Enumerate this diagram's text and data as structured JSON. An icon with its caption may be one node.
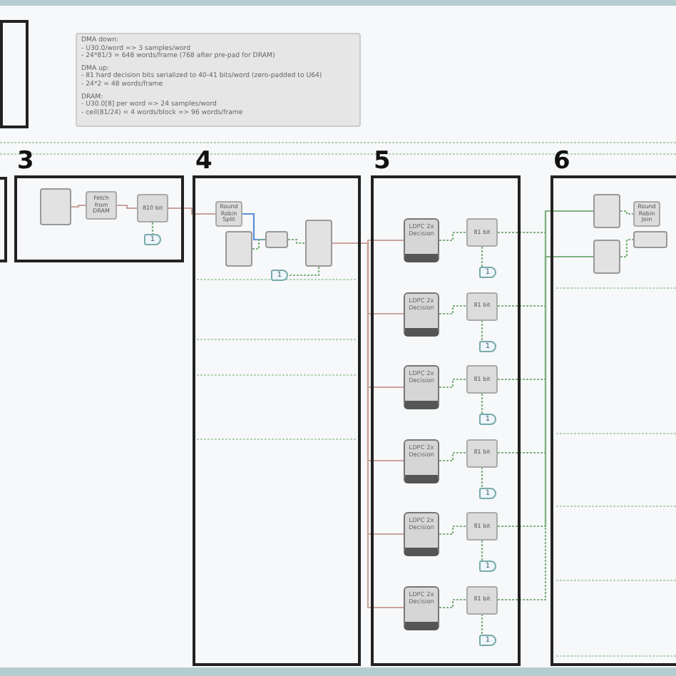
{
  "diagram": {
    "nodes": [
      {
        "text": [],
        "shape": "box"
      },
      {
        "text": [],
        "shape": "box"
      },
      {
        "text": [
          "3"
        ]
      },
      {
        "text": [],
        "shape": "box",
        "in": 2
      },
      {
        "text": [
          "Fetch from DRAM"
        ],
        "in": 2
      },
      {
        "text": [
          "810 bit"
        ],
        "in": 2
      },
      {
        "text": [
          "1"
        ],
        "in": 2
      },
      {
        "text": [
          "4"
        ]
      },
      {
        "text": [
          "Round Robin Split"
        ],
        "in": 7
      },
      {
        "text": [],
        "shape": "box",
        "in": 7
      },
      {
        "text": [],
        "shape": "box",
        "in": 7
      },
      {
        "text": [],
        "shape": "box",
        "in": 7
      },
      {
        "text": [
          "1"
        ],
        "in": 7
      },
      {
        "text": [
          "5"
        ]
      },
      {
        "text": [
          "LDPC 2x Decision"
        ],
        "in": 13
      },
      {
        "text": [
          "81 bit"
        ],
        "in": 13
      },
      {
        "text": [
          "1"
        ],
        "in": 13
      },
      {
        "text": [
          "LDPC 2x Decision"
        ],
        "in": 13
      },
      {
        "text": [
          "81 bit"
        ],
        "in": 13
      },
      {
        "text": [
          "1"
        ],
        "in": 13
      },
      {
        "text": [
          "LDPC 2x Decision"
        ],
        "in": 13
      },
      {
        "text": [
          "81 bit"
        ],
        "in": 13
      },
      {
        "text": [
          "1"
        ],
        "in": 13
      },
      {
        "text": [
          "LDPC 2x Decision"
        ],
        "in": 13
      },
      {
        "text": [
          "81 bit"
        ],
        "in": 13
      },
      {
        "text": [
          "1"
        ],
        "in": 13
      },
      {
        "text": [
          "LDPC 2x Decision"
        ],
        "in": 13
      },
      {
        "text": [
          "81 bit"
        ],
        "in": 13
      },
      {
        "text": [
          "1"
        ],
        "in": 13
      },
      {
        "text": [
          "LDPC 2x Decision"
        ],
        "in": 13
      },
      {
        "text": [
          "81 bit"
        ],
        "in": 13
      },
      {
        "text": [
          "1"
        ],
        "in": 13
      },
      {
        "text": [
          "6"
        ]
      },
      {
        "text": [],
        "shape": "box",
        "in": 32
      },
      {
        "text": [],
        "shape": "box",
        "in": 32
      },
      {
        "text": [
          "Round Robin Join"
        ],
        "in": 32
      },
      {
        "text": [],
        "shape": "box",
        "in": 32
      },
      {
        "text": [
          "DMA down:",
          "- U30.0/word => 3 samples/word",
          "- 24*81/3 = 648 words/frame (768 after pre-pad for DRAM)",
          "DMA up:",
          "- 81 hard decision bits serialized to 40-41 bits/word (zero-padded to U64)",
          "- 24*2 = 48 words/frame",
          "DRAM:",
          "- U30.0[8] per word => 24 samples/word",
          "- ceil(81/24) = 4 words/block => 96 words/frame"
        ]
      }
    ],
    "edges": [
      {
        "from": 3,
        "to": 4,
        "arrow": "none"
      },
      {
        "from": 4,
        "to": 5,
        "arrow": "none"
      },
      {
        "from": 5,
        "to": 6,
        "arrow": "none",
        "style": "dashed",
        "color": "#7fb27f"
      },
      {
        "from": 5,
        "to": 8,
        "arrow": "none"
      },
      {
        "from": 8,
        "to": 10,
        "arrow": "none",
        "color": "#5b8fd6"
      },
      {
        "from": 9,
        "to": 10,
        "arrow": "none",
        "style": "dashed",
        "color": "#7fb27f"
      },
      {
        "from": 10,
        "to": 11,
        "arrow": "none",
        "style": "dashed",
        "color": "#7fb27f"
      },
      {
        "from": 11,
        "to": 12,
        "arrow": "none",
        "style": "dashed",
        "color": "#7fb27f"
      },
      {
        "from": 11,
        "to": 14,
        "arrow": "none"
      },
      {
        "from": 11,
        "to": 17,
        "arrow": "none"
      },
      {
        "from": 11,
        "to": 20,
        "arrow": "none"
      },
      {
        "from": 11,
        "to": 23,
        "arrow": "none"
      },
      {
        "from": 11,
        "to": 26,
        "arrow": "none"
      },
      {
        "from": 11,
        "to": 29,
        "arrow": "none"
      },
      {
        "from": 14,
        "to": 15,
        "arrow": "none",
        "style": "dashed",
        "color": "#7fb27f"
      },
      {
        "from": 15,
        "to": 16,
        "arrow": "none",
        "style": "dashed",
        "color": "#7fb27f"
      },
      {
        "from": 17,
        "to": 18,
        "arrow": "none",
        "style": "dashed",
        "color": "#7fb27f"
      },
      {
        "from": 18,
        "to": 19,
        "arrow": "none",
        "style": "dashed",
        "color": "#7fb27f"
      },
      {
        "from": 20,
        "to": 21,
        "arrow": "none",
        "style": "dashed",
        "color": "#7fb27f"
      },
      {
        "from": 21,
        "to": 22,
        "arrow": "none",
        "style": "dashed",
        "color": "#7fb27f"
      },
      {
        "from": 23,
        "to": 24,
        "arrow": "none",
        "style": "dashed",
        "color": "#7fb27f"
      },
      {
        "from": 24,
        "to": 25,
        "arrow": "none",
        "style": "dashed",
        "color": "#7fb27f"
      },
      {
        "from": 26,
        "to": 27,
        "arrow": "none",
        "style": "dashed",
        "color": "#7fb27f"
      },
      {
        "from": 27,
        "to": 28,
        "arrow": "none",
        "style": "dashed",
        "color": "#7fb27f"
      },
      {
        "from": 29,
        "to": 30,
        "arrow": "none",
        "style": "dashed",
        "color": "#7fb27f"
      },
      {
        "from": 30,
        "to": 31,
        "arrow": "none",
        "style": "dashed",
        "color": "#7fb27f"
      },
      {
        "from": 15,
        "to": 33,
        "arrow": "none",
        "style": "dashed",
        "color": "#7fb27f"
      },
      {
        "from": 18,
        "to": 33,
        "arrow": "none",
        "style": "dashed",
        "color": "#7fb27f"
      },
      {
        "from": 21,
        "to": 33,
        "arrow": "none",
        "style": "dashed",
        "color": "#7fb27f"
      },
      {
        "from": 24,
        "to": 34,
        "arrow": "none",
        "style": "dashed",
        "color": "#7fb27f"
      },
      {
        "from": 27,
        "to": 34,
        "arrow": "none",
        "style": "dashed",
        "color": "#7fb27f"
      },
      {
        "from": 30,
        "to": 34,
        "arrow": "none",
        "style": "dashed",
        "color": "#7fb27f"
      },
      {
        "from": 33,
        "to": 35,
        "arrow": "none",
        "style": "dashed",
        "color": "#7fb27f"
      },
      {
        "from": 34,
        "to": 36,
        "arrow": "none",
        "style": "dashed",
        "color": "#7fb27f"
      }
    ]
  }
}
